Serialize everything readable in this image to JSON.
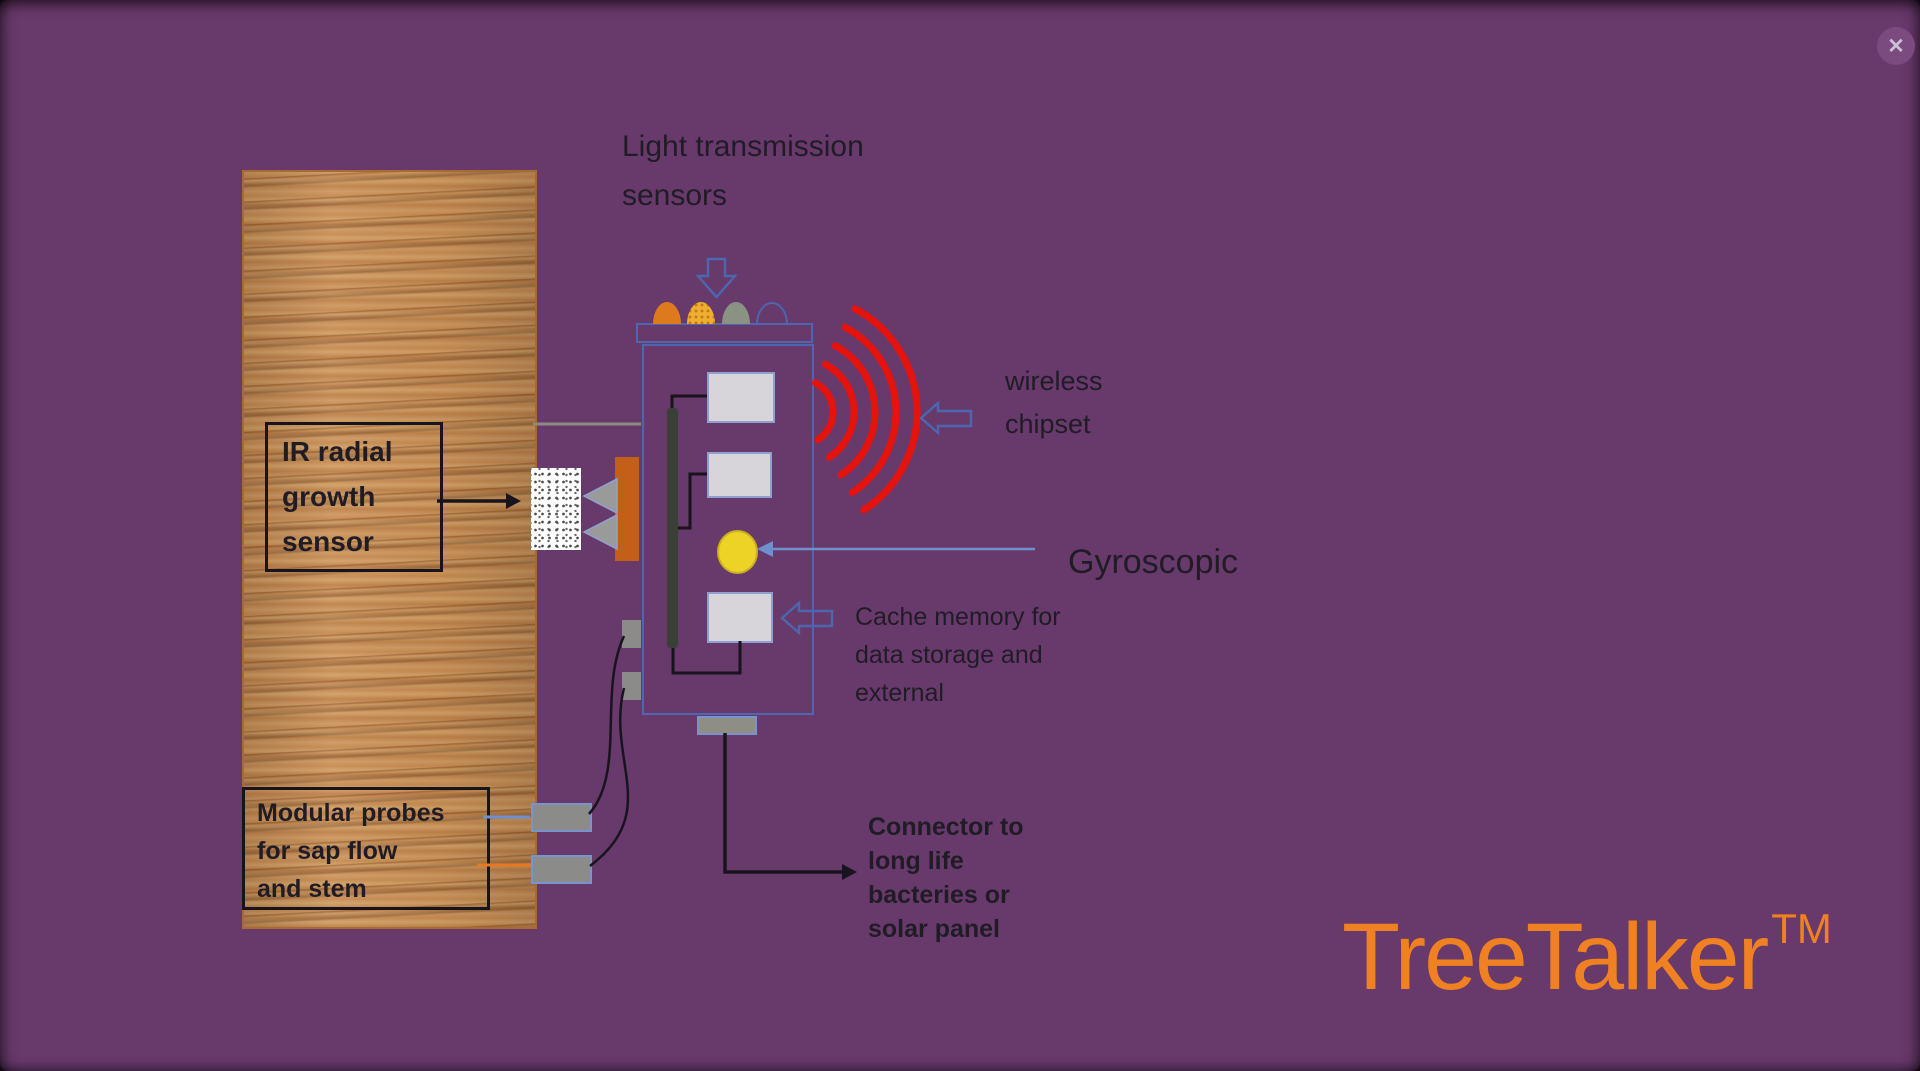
{
  "window": {
    "close_icon": "✕"
  },
  "labels": {
    "light_transmission": "Light transmission\nsensors",
    "ir_radial": "IR radial\ngrowth\nsensor",
    "wireless_chipset": "wireless\nchipset",
    "gyroscopic": "Gyroscopic",
    "cache_memory": "Cache memory for\ndata storage and\nexternal",
    "modular_probes": "Modular probes\nfor sap flow\nand stem",
    "connector": "Connector to\nlong life\nbacteries or\nsolar panel"
  },
  "logo": {
    "text": "TreeTalker",
    "tm": "TM"
  },
  "colors": {
    "background": "#68396B",
    "outline_blue": "#4C66B0",
    "arrow_blue": "#6F8FCE",
    "signal_red": "#E6130C",
    "wood_base": "#C68B52",
    "chip_gray": "#D7D5D9",
    "dark_bar": "#3A3F38",
    "probe_gray": "#8B8B89",
    "gyro_yellow": "#EED327",
    "logo_orange": "#F08122",
    "text_dark": "#201C26",
    "close_bg": "#7B4A7E",
    "close_icon": "#CABFD3"
  }
}
